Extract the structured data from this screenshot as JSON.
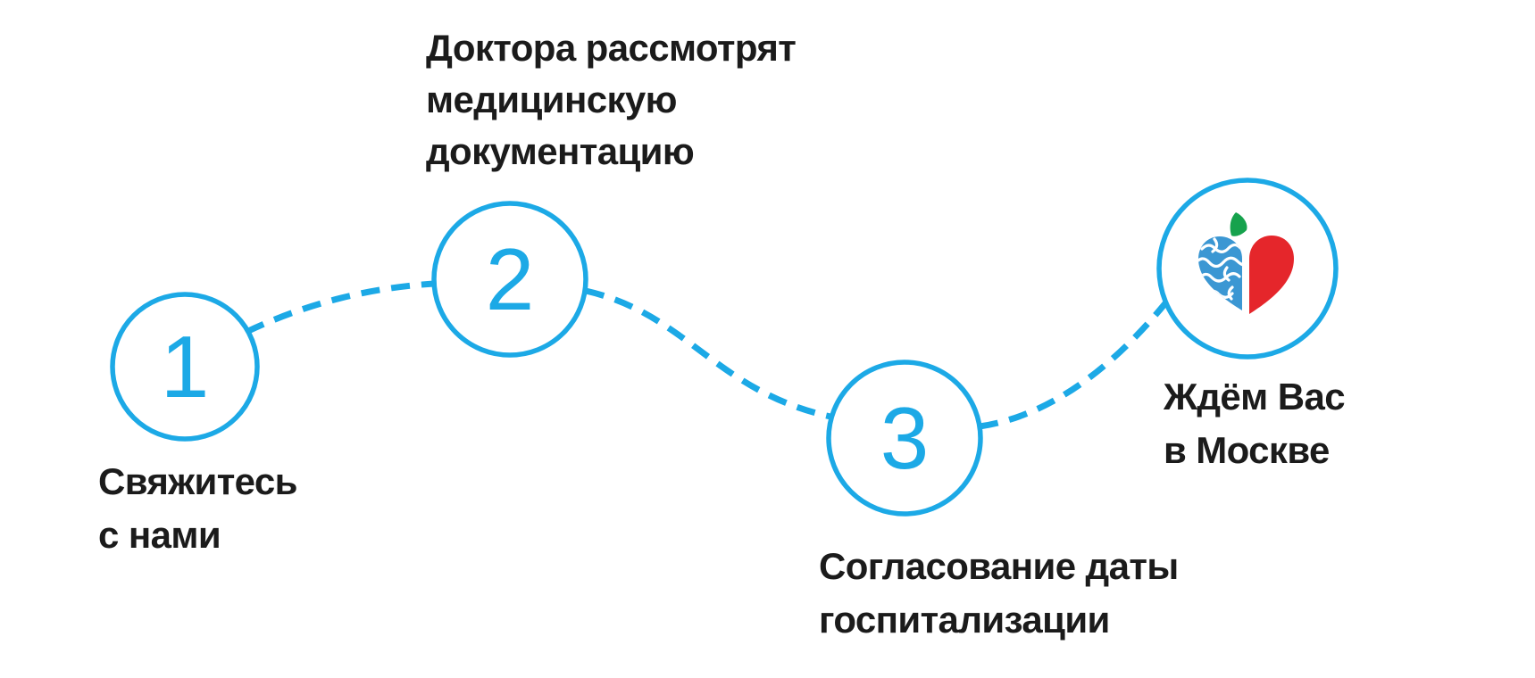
{
  "diagram": {
    "steps": [
      {
        "number": "1",
        "label_lines": [
          "Свяжитесь",
          "с нами"
        ]
      },
      {
        "number": "2",
        "label_lines": [
          "Доктора рассмотрят",
          "медицинскую",
          "документацию"
        ]
      },
      {
        "number": "3",
        "label_lines": [
          "Согласование даты",
          "госпитализации"
        ]
      },
      {
        "number": "",
        "icon": "brain-heart-apple-logo-icon",
        "label_lines": [
          "Ждём Вас",
          "в Москве"
        ]
      }
    ]
  },
  "colors": {
    "accent_blue": "#1CA9E6",
    "text": "#1B1B1B",
    "background": "#FFFFFF",
    "logo_brain_blue": "#3B97D3",
    "logo_heart_red": "#E5262B",
    "logo_leaf_green": "#16A24D"
  }
}
